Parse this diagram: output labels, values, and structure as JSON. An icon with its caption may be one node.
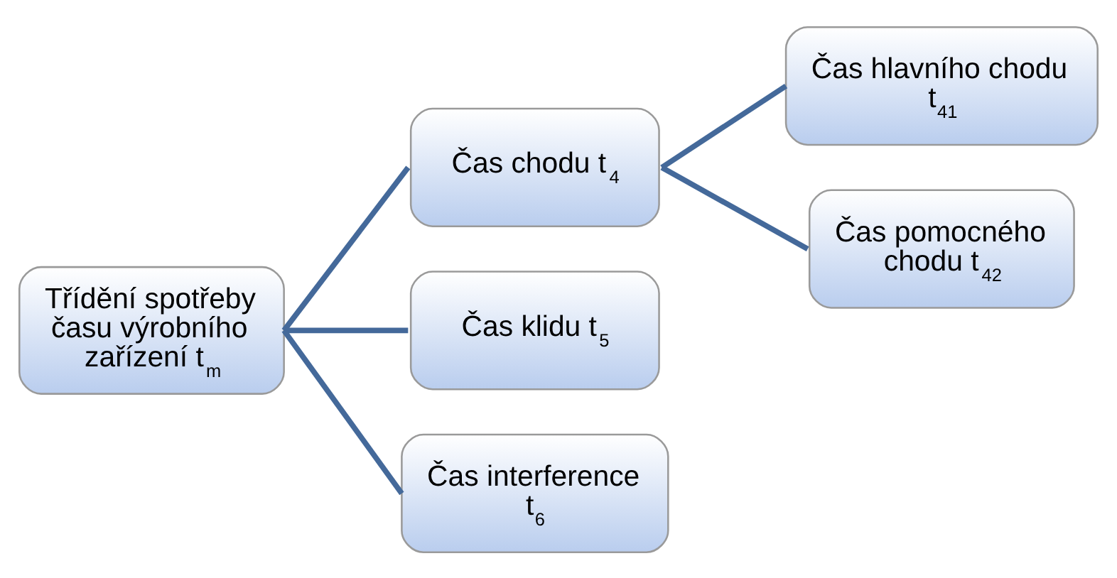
{
  "diagram": {
    "nodes": [
      {
        "text": [
          "Třídění spotřeby času výrobního zařízení t$_{m}$"
        ]
      },
      {
        "text": [
          "Čas chodu t$_{4}$"
        ]
      },
      {
        "text": [
          "Čas hlavního chodu t$_{41}$"
        ]
      },
      {
        "text": [
          "Čas pomocného chodu t$_{42}$"
        ]
      },
      {
        "text": [
          "Čas klidu t$_{5}$"
        ]
      },
      {
        "text": [
          "Čas interference t$_{6}$"
        ]
      }
    ],
    "edges": [
      {
        "from": 0,
        "to": 1,
        "arrow": "none"
      },
      {
        "from": 0,
        "to": 4,
        "arrow": "none"
      },
      {
        "from": 0,
        "to": 5,
        "arrow": "none"
      },
      {
        "from": 1,
        "to": 2,
        "arrow": "none"
      },
      {
        "from": 1,
        "to": 3,
        "arrow": "none"
      }
    ]
  }
}
